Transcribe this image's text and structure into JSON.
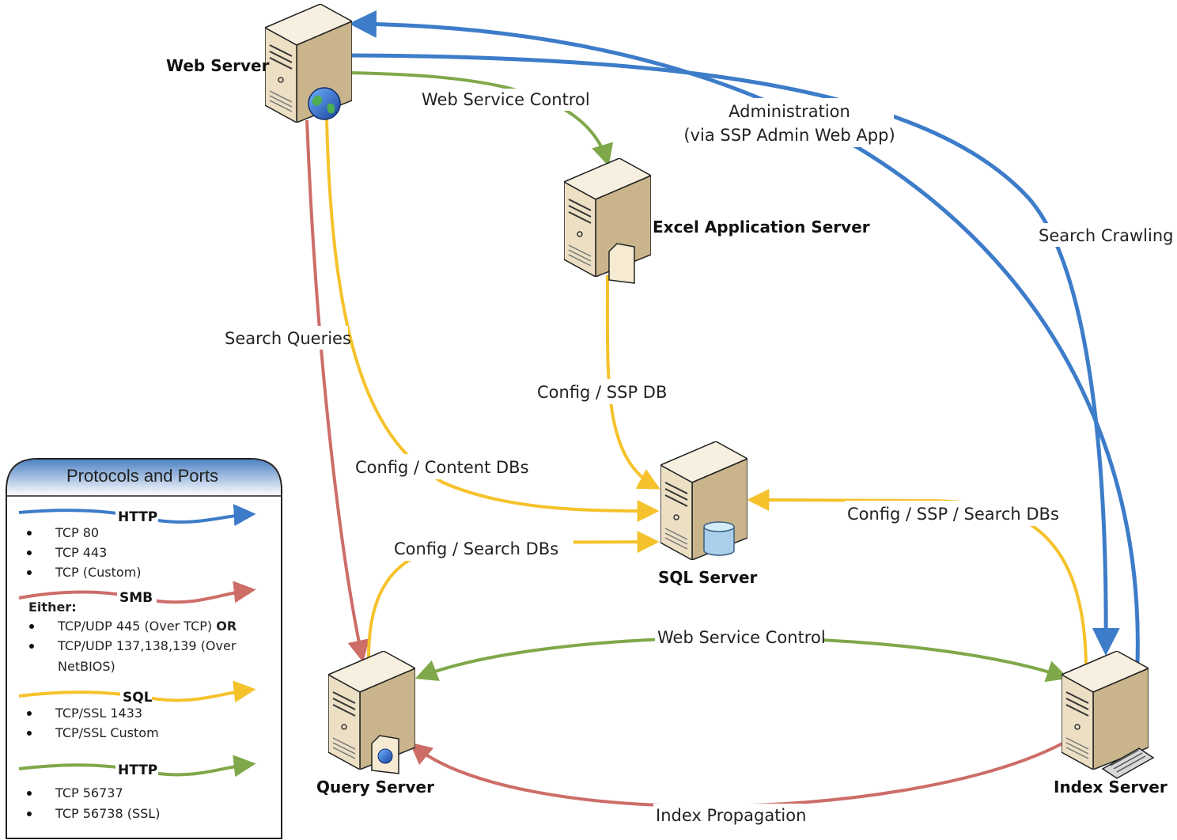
{
  "colors": {
    "http": "#3d7cc9",
    "smb": "#cd6d68",
    "sql": "#f5c22c",
    "wsc": "#7fa84a",
    "server_front": "#ecdfc4",
    "server_side": "#c9b48c",
    "legend_header_top": "#4f83c4",
    "legend_header_bottom": "#ffffff"
  },
  "servers": {
    "web": "Web Server",
    "excel": "Excel Application Server",
    "sql": "SQL Server",
    "query": "Query Server",
    "index": "Index Server"
  },
  "connections": {
    "web_service_control_top": "Web Service Control",
    "administration_line1": "Administration",
    "administration_line2": "(via SSP Admin Web App)",
    "search_crawling": "Search Crawling",
    "search_queries": "Search Queries",
    "config_ssp_db": "Config / SSP DB",
    "config_content_dbs": "Config / Content DBs",
    "config_ssp_search_dbs": "Config / SSP / Search DBs",
    "config_search_dbs": "Config / Search DBs",
    "web_service_control_bottom": "Web Service Control",
    "index_propagation": "Index Propagation"
  },
  "legend": {
    "title": "Protocols and Ports",
    "http": {
      "label": "HTTP",
      "items": [
        "TCP 80",
        "TCP 443",
        "TCP (Custom)"
      ]
    },
    "smb": {
      "label": "SMB",
      "either": "Either:",
      "item1_text": "TCP/UDP 445 (Over TCP)",
      "item1_bold": "OR",
      "item2_line1": "TCP/UDP 137,138,139 (Over",
      "item2_line2": "NetBIOS)"
    },
    "sql": {
      "label": "SQL",
      "items": [
        "TCP/SSL 1433",
        "TCP/SSL  Custom"
      ]
    },
    "wsc": {
      "label": "HTTP",
      "items": [
        "TCP 56737",
        "TCP 56738 (SSL)"
      ]
    }
  }
}
